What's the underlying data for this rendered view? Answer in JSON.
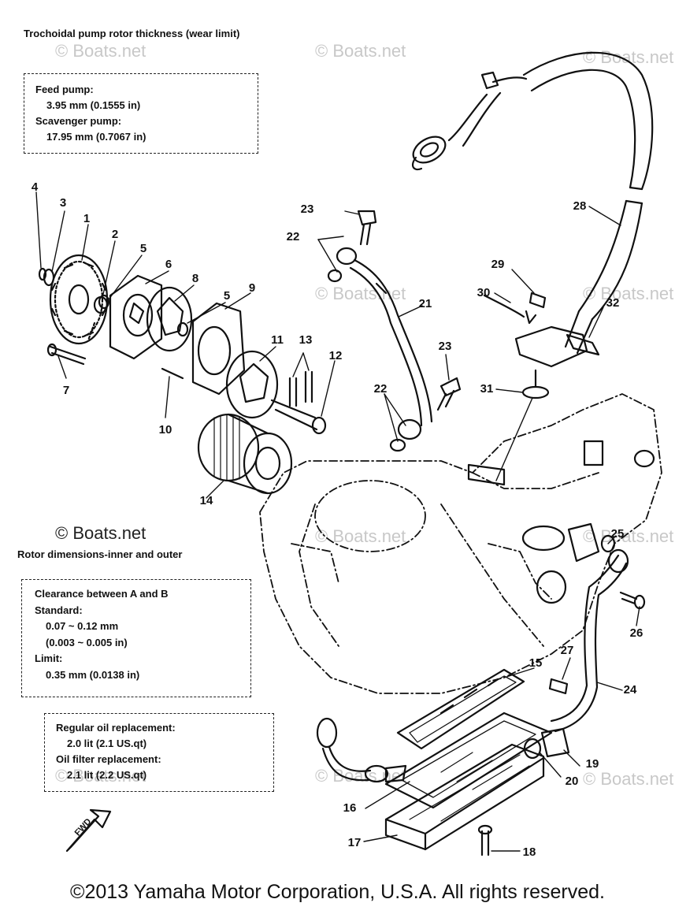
{
  "spec": {
    "title": "Trochoidal pump rotor thickness (wear limit)",
    "feed_label": "Feed pump:",
    "feed_value": "3.95 mm (0.1555 in)",
    "scav_label": "Scavenger pump:",
    "scav_value": "17.95 mm (0.7067 in)"
  },
  "rotor": {
    "title": "Rotor dimensions-inner and outer",
    "line1": "Clearance between A and B",
    "line2": "Standard:",
    "line3": "0.07 ~ 0.12 mm",
    "line4": "(0.003 ~ 0.005 in)",
    "line5": "Limit:",
    "line6": "0.35 mm (0.0138 in)"
  },
  "oil": {
    "line1": "Regular oil replacement:",
    "line2": "2.0 lit (2.1 US.qt)",
    "line3": "Oil filter replacement:",
    "line4": "2.1 lit (2.2 US.qt)"
  },
  "watermark": "© Boats.net",
  "fwd_label": "FWD",
  "copyright": "©2013 Yamaha Motor Corporation, U.S.A. All rights reserved.",
  "callouts": [
    "1",
    "2",
    "3",
    "4",
    "5",
    "5",
    "6",
    "7",
    "8",
    "9",
    "10",
    "11",
    "12",
    "13",
    "14",
    "15",
    "16",
    "17",
    "18",
    "19",
    "20",
    "21",
    "22",
    "22",
    "23",
    "23",
    "24",
    "25",
    "26",
    "27",
    "28",
    "29",
    "30",
    "31",
    "32"
  ]
}
